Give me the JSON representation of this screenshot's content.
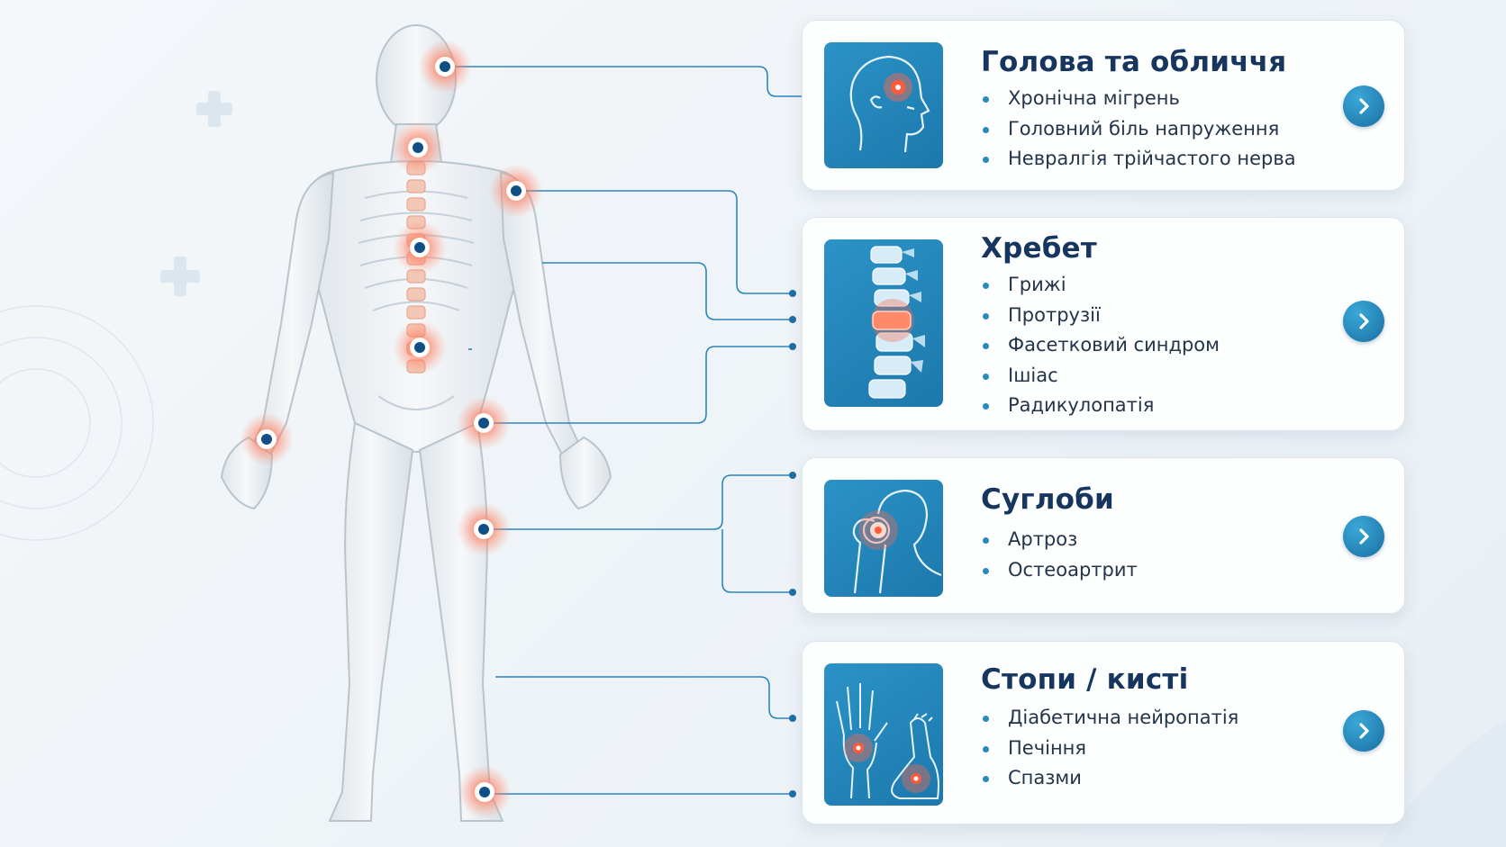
{
  "cards": [
    {
      "id": "head",
      "title": "Голова та обличчя",
      "items": [
        "Хронічна мігрень",
        "Головний біль напруження",
        "Невралгія трійчастого нерва"
      ],
      "icon": "head-profile-icon"
    },
    {
      "id": "spine",
      "title": "Хребет",
      "items": [
        "Грижі",
        "Протрузії",
        "Фасетковий синдром",
        "Ішіас",
        "Радикулопатія"
      ],
      "icon": "spine-icon"
    },
    {
      "id": "joints",
      "title": "Суглоби",
      "items": [
        "Артроз",
        "Остеоартрит"
      ],
      "icon": "hip-joint-icon"
    },
    {
      "id": "feet",
      "title": "Стопи / кисті",
      "items": [
        "Діабетична нейропатія",
        "Печіння",
        "Спазми"
      ],
      "icon": "hand-foot-icon"
    }
  ],
  "colors": {
    "title": "#16355f",
    "accent": "#1f7fb5",
    "pain": "#ff6a4a",
    "marker": "#0f4f86",
    "line": "#2b86bd"
  }
}
